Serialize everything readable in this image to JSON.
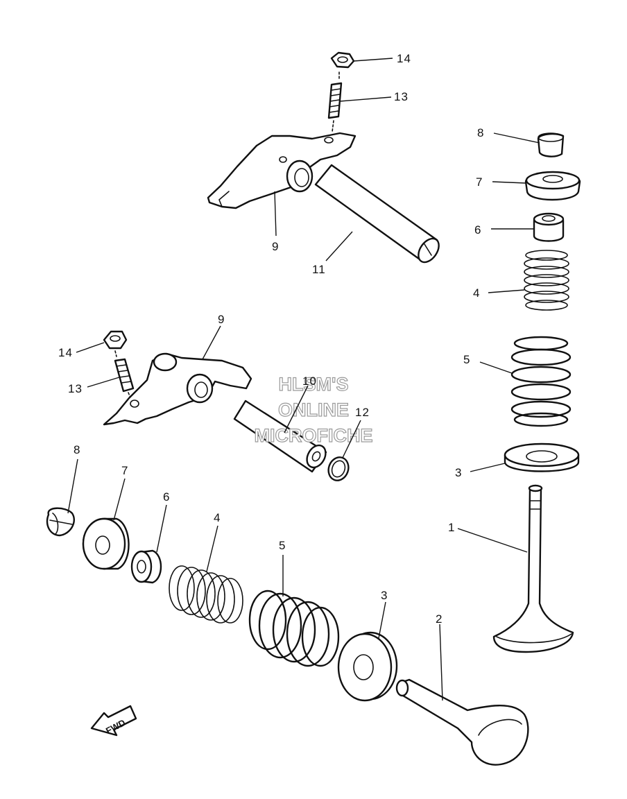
{
  "callouts": [
    {
      "id": "c14a",
      "text": "14"
    },
    {
      "id": "c13a",
      "text": "13"
    },
    {
      "id": "c9a",
      "text": "9"
    },
    {
      "id": "c11",
      "text": "11"
    },
    {
      "id": "c8a",
      "text": "8"
    },
    {
      "id": "c7a",
      "text": "7"
    },
    {
      "id": "c6a",
      "text": "6"
    },
    {
      "id": "c4a",
      "text": "4"
    },
    {
      "id": "c9b",
      "text": "9"
    },
    {
      "id": "c14b",
      "text": "14"
    },
    {
      "id": "c13b",
      "text": "13"
    },
    {
      "id": "c10",
      "text": "10"
    },
    {
      "id": "c12",
      "text": "12"
    },
    {
      "id": "c5a",
      "text": "5"
    },
    {
      "id": "c3a",
      "text": "3"
    },
    {
      "id": "c1",
      "text": "1"
    },
    {
      "id": "c8b",
      "text": "8"
    },
    {
      "id": "c7b",
      "text": "7"
    },
    {
      "id": "c6b",
      "text": "6"
    },
    {
      "id": "c4b",
      "text": "4"
    },
    {
      "id": "c5b",
      "text": "5"
    },
    {
      "id": "c3b",
      "text": "3"
    },
    {
      "id": "c2",
      "text": "2"
    }
  ],
  "watermark": {
    "line1": "HLSM'S",
    "line2": "ONLINE",
    "line3": "MICROFICHE"
  },
  "fwd_label": "FWD"
}
